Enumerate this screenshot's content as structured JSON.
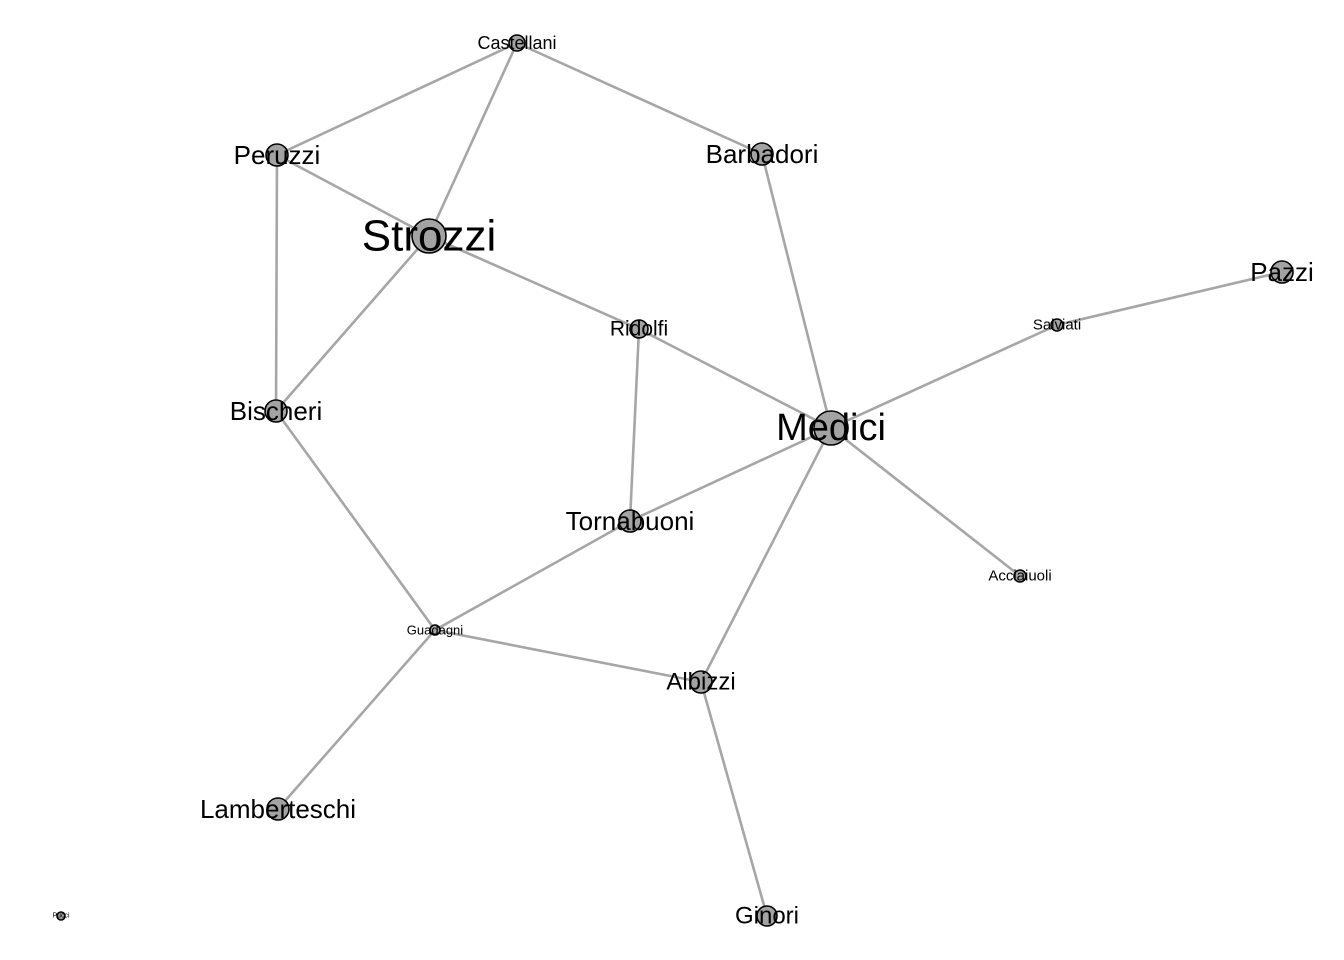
{
  "graph": {
    "nodes": [
      {
        "id": "castellani",
        "label": "Castellani"
      },
      {
        "id": "peruzzi",
        "label": "Peruzzi"
      },
      {
        "id": "barbadori",
        "label": "Barbadori"
      },
      {
        "id": "strozzi",
        "label": "Strozzi"
      },
      {
        "id": "pazzi",
        "label": "Pazzi"
      },
      {
        "id": "salviati",
        "label": "Salviati"
      },
      {
        "id": "ridolfi",
        "label": "Ridolfi"
      },
      {
        "id": "bischeri",
        "label": "Bischeri"
      },
      {
        "id": "medici",
        "label": "Medici"
      },
      {
        "id": "tornabuoni",
        "label": "Tornabuoni"
      },
      {
        "id": "acciaiuoli",
        "label": "Acciaiuoli"
      },
      {
        "id": "guadagni",
        "label": "Guadagni"
      },
      {
        "id": "albizzi",
        "label": "Albizzi"
      },
      {
        "id": "lamberteschi",
        "label": "Lamberteschi"
      },
      {
        "id": "pucci",
        "label": "Pucci"
      },
      {
        "id": "ginori",
        "label": "Ginori"
      }
    ],
    "edges": [
      [
        "castellani",
        "peruzzi"
      ],
      [
        "castellani",
        "strozzi"
      ],
      [
        "castellani",
        "barbadori"
      ],
      [
        "peruzzi",
        "strozzi"
      ],
      [
        "peruzzi",
        "bischeri"
      ],
      [
        "strozzi",
        "bischeri"
      ],
      [
        "strozzi",
        "ridolfi"
      ],
      [
        "barbadori",
        "medici"
      ],
      [
        "ridolfi",
        "medici"
      ],
      [
        "ridolfi",
        "tornabuoni"
      ],
      [
        "medici",
        "tornabuoni"
      ],
      [
        "medici",
        "salviati"
      ],
      [
        "salviati",
        "pazzi"
      ],
      [
        "medici",
        "acciaiuoli"
      ],
      [
        "medici",
        "albizzi"
      ],
      [
        "bischeri",
        "guadagni"
      ],
      [
        "tornabuoni",
        "guadagni"
      ],
      [
        "guadagni",
        "albizzi"
      ],
      [
        "guadagni",
        "lamberteschi"
      ],
      [
        "albizzi",
        "ginori"
      ]
    ]
  }
}
